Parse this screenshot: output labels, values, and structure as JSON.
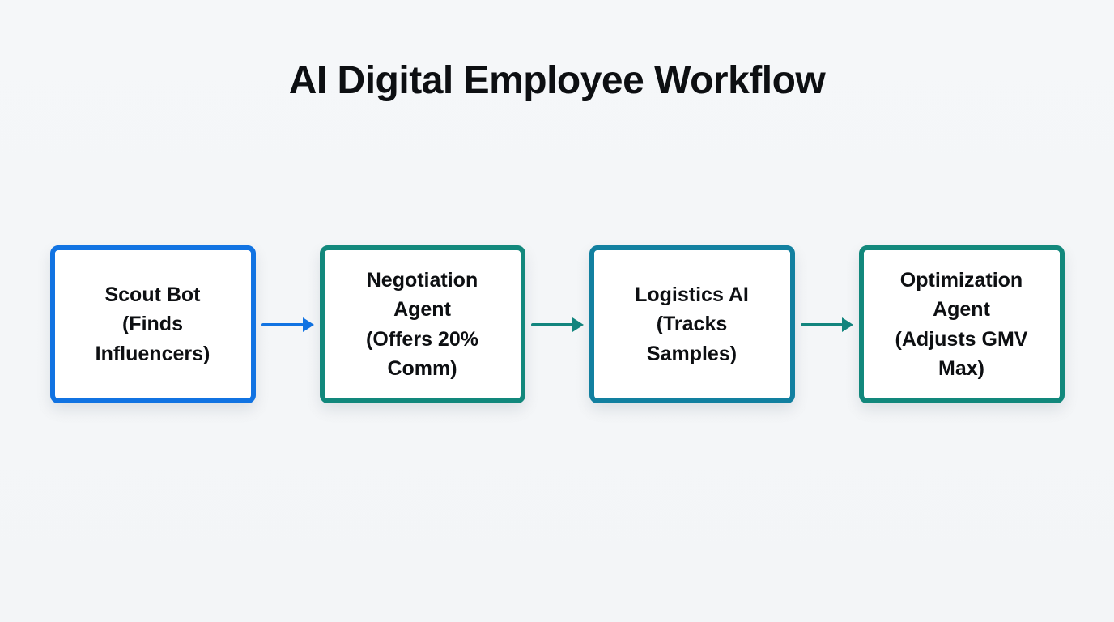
{
  "title": "AI Digital Employee Workflow",
  "colors": {
    "background": "#f4f6f8",
    "text": "#0d0f12",
    "blue_accent": "#1173e2",
    "teal_accent": "#12887c"
  },
  "nodes": [
    {
      "id": "scout-bot",
      "label": "Scout Bot\n(Finds\nInfluencers)",
      "border_color": "#1173e2",
      "style": "border-color:#1173e2"
    },
    {
      "id": "negotiation-agent",
      "label": "Negotiation\nAgent\n(Offers 20%\nComm)",
      "border_color": "#12887c",
      "style": "border-color:#12887c"
    },
    {
      "id": "logistics-ai",
      "label": "Logistics AI\n(Tracks\nSamples)",
      "border_color": "#1280a0",
      "style": "border-color:#1280a0"
    },
    {
      "id": "optimization-agent",
      "label": "Optimization\nAgent\n(Adjusts GMV\nMax)",
      "border_color": "#12887c",
      "style": "border-color:#12887c"
    }
  ],
  "arrows": [
    {
      "color": "#1173e2",
      "style": "color:#1173e2"
    },
    {
      "color": "#12857e",
      "style": "color:#12857e"
    },
    {
      "color": "#12857e",
      "style": "color:#12857e"
    }
  ]
}
